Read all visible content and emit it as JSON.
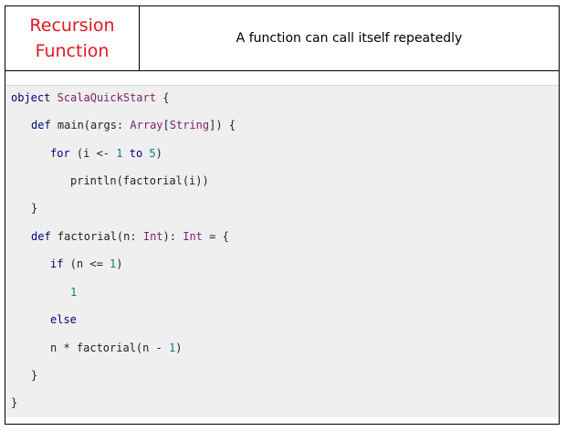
{
  "header": {
    "title_line1": "Recursion",
    "title_line2": "Function",
    "description": "A function can call itself repeatedly"
  },
  "code": {
    "lines": [
      [
        {
          "t": "object",
          "c": "kw"
        },
        {
          "t": " ",
          "c": "plain"
        },
        {
          "t": "ScalaQuickStart",
          "c": "cls"
        },
        {
          "t": " {",
          "c": "plain"
        }
      ],
      [
        {
          "t": "def",
          "c": "kw"
        },
        {
          "t": " main(args: ",
          "c": "plain"
        },
        {
          "t": "Array",
          "c": "cls"
        },
        {
          "t": "[",
          "c": "plain"
        },
        {
          "t": "String",
          "c": "cls"
        },
        {
          "t": "]) {",
          "c": "plain"
        }
      ],
      [
        {
          "t": "for",
          "c": "kw"
        },
        {
          "t": " (i <- ",
          "c": "plain"
        },
        {
          "t": "1",
          "c": "num"
        },
        {
          "t": " ",
          "c": "plain"
        },
        {
          "t": "to",
          "c": "kw"
        },
        {
          "t": " ",
          "c": "plain"
        },
        {
          "t": "5",
          "c": "num"
        },
        {
          "t": ")",
          "c": "plain"
        }
      ],
      [
        {
          "t": "println(factorial(i))",
          "c": "plain"
        }
      ],
      [
        {
          "t": "}",
          "c": "plain"
        }
      ],
      [
        {
          "t": "def",
          "c": "kw"
        },
        {
          "t": " factorial(n: ",
          "c": "plain"
        },
        {
          "t": "Int",
          "c": "cls"
        },
        {
          "t": "): ",
          "c": "plain"
        },
        {
          "t": "Int",
          "c": "cls"
        },
        {
          "t": " = {",
          "c": "plain"
        }
      ],
      [
        {
          "t": "if",
          "c": "kw"
        },
        {
          "t": " (n <= ",
          "c": "plain"
        },
        {
          "t": "1",
          "c": "num"
        },
        {
          "t": ")",
          "c": "plain"
        }
      ],
      [
        {
          "t": "1",
          "c": "num"
        }
      ],
      [
        {
          "t": "else",
          "c": "kw"
        }
      ],
      [
        {
          "t": "n * factorial(n - ",
          "c": "plain"
        },
        {
          "t": "1",
          "c": "num"
        },
        {
          "t": ")",
          "c": "plain"
        }
      ],
      [
        {
          "t": "}",
          "c": "plain"
        }
      ],
      [
        {
          "t": "}",
          "c": "plain"
        }
      ]
    ]
  }
}
